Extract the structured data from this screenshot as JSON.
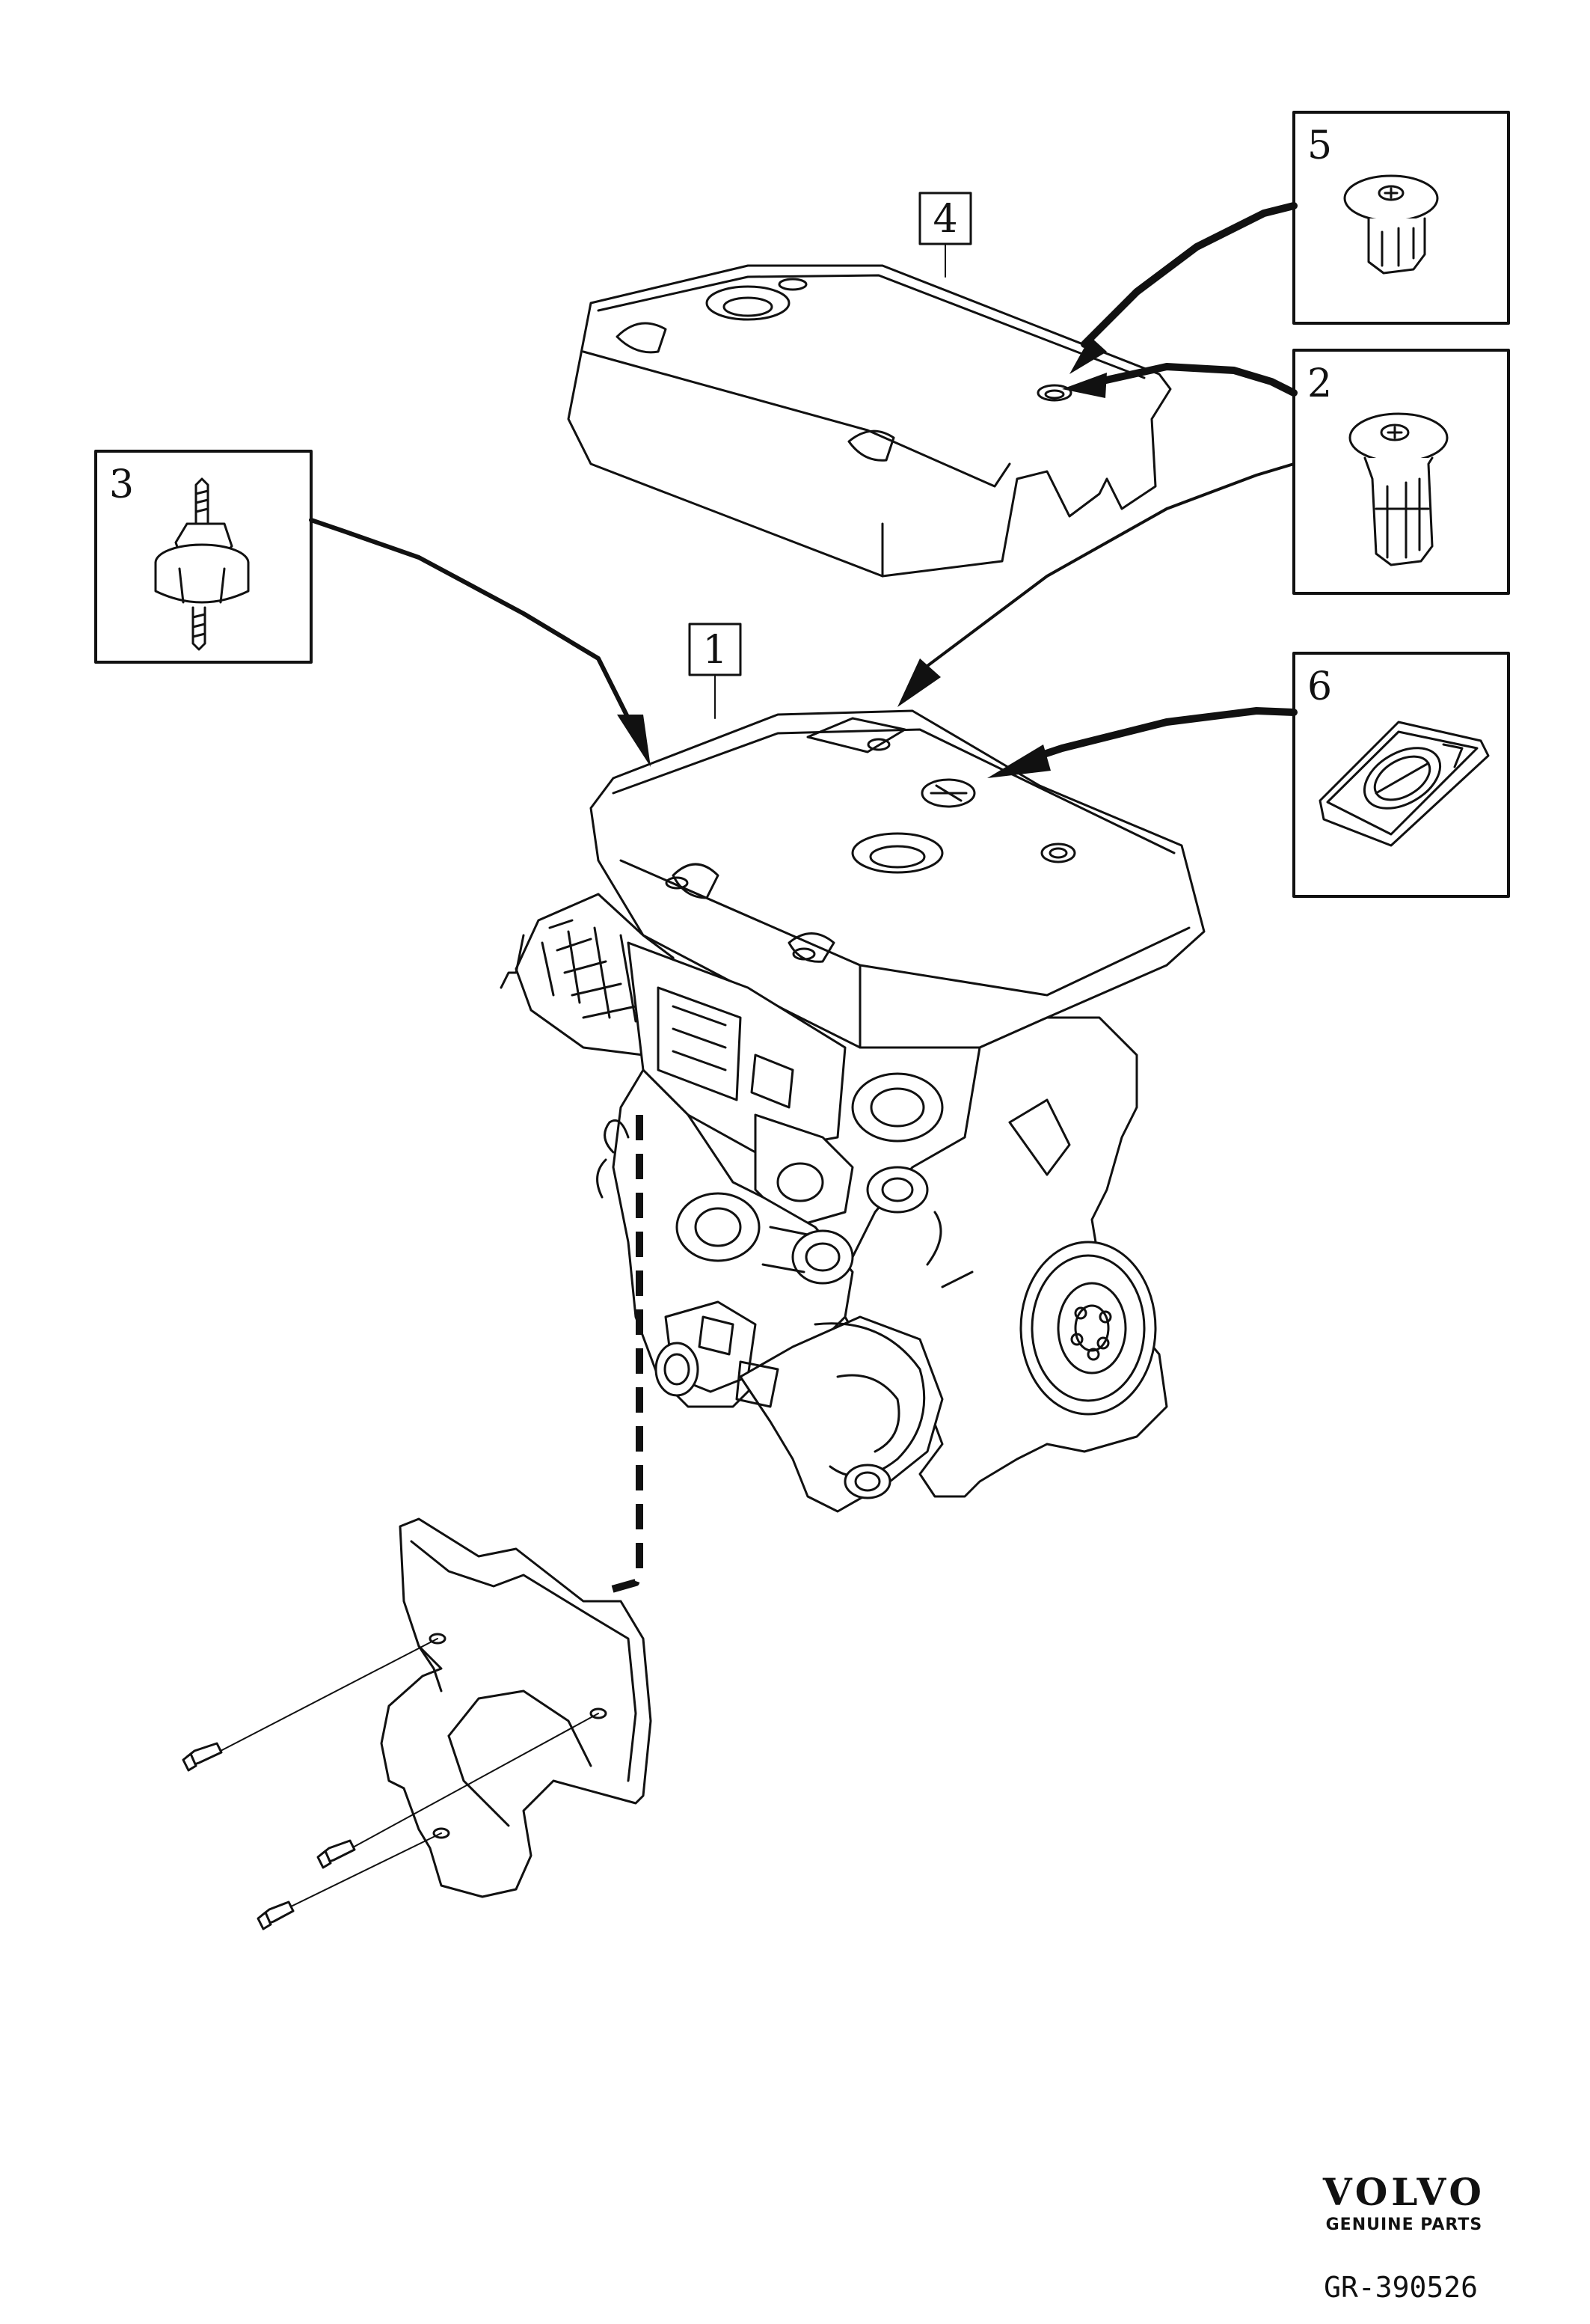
{
  "callouts": {
    "c1": "1",
    "c2": "2",
    "c3": "3",
    "c4": "4",
    "c5": "5",
    "c6": "6"
  },
  "brand": {
    "logo_text": "VOLVO",
    "subtitle": "GENUINE PARTS"
  },
  "drawing_code": "GR-390526"
}
